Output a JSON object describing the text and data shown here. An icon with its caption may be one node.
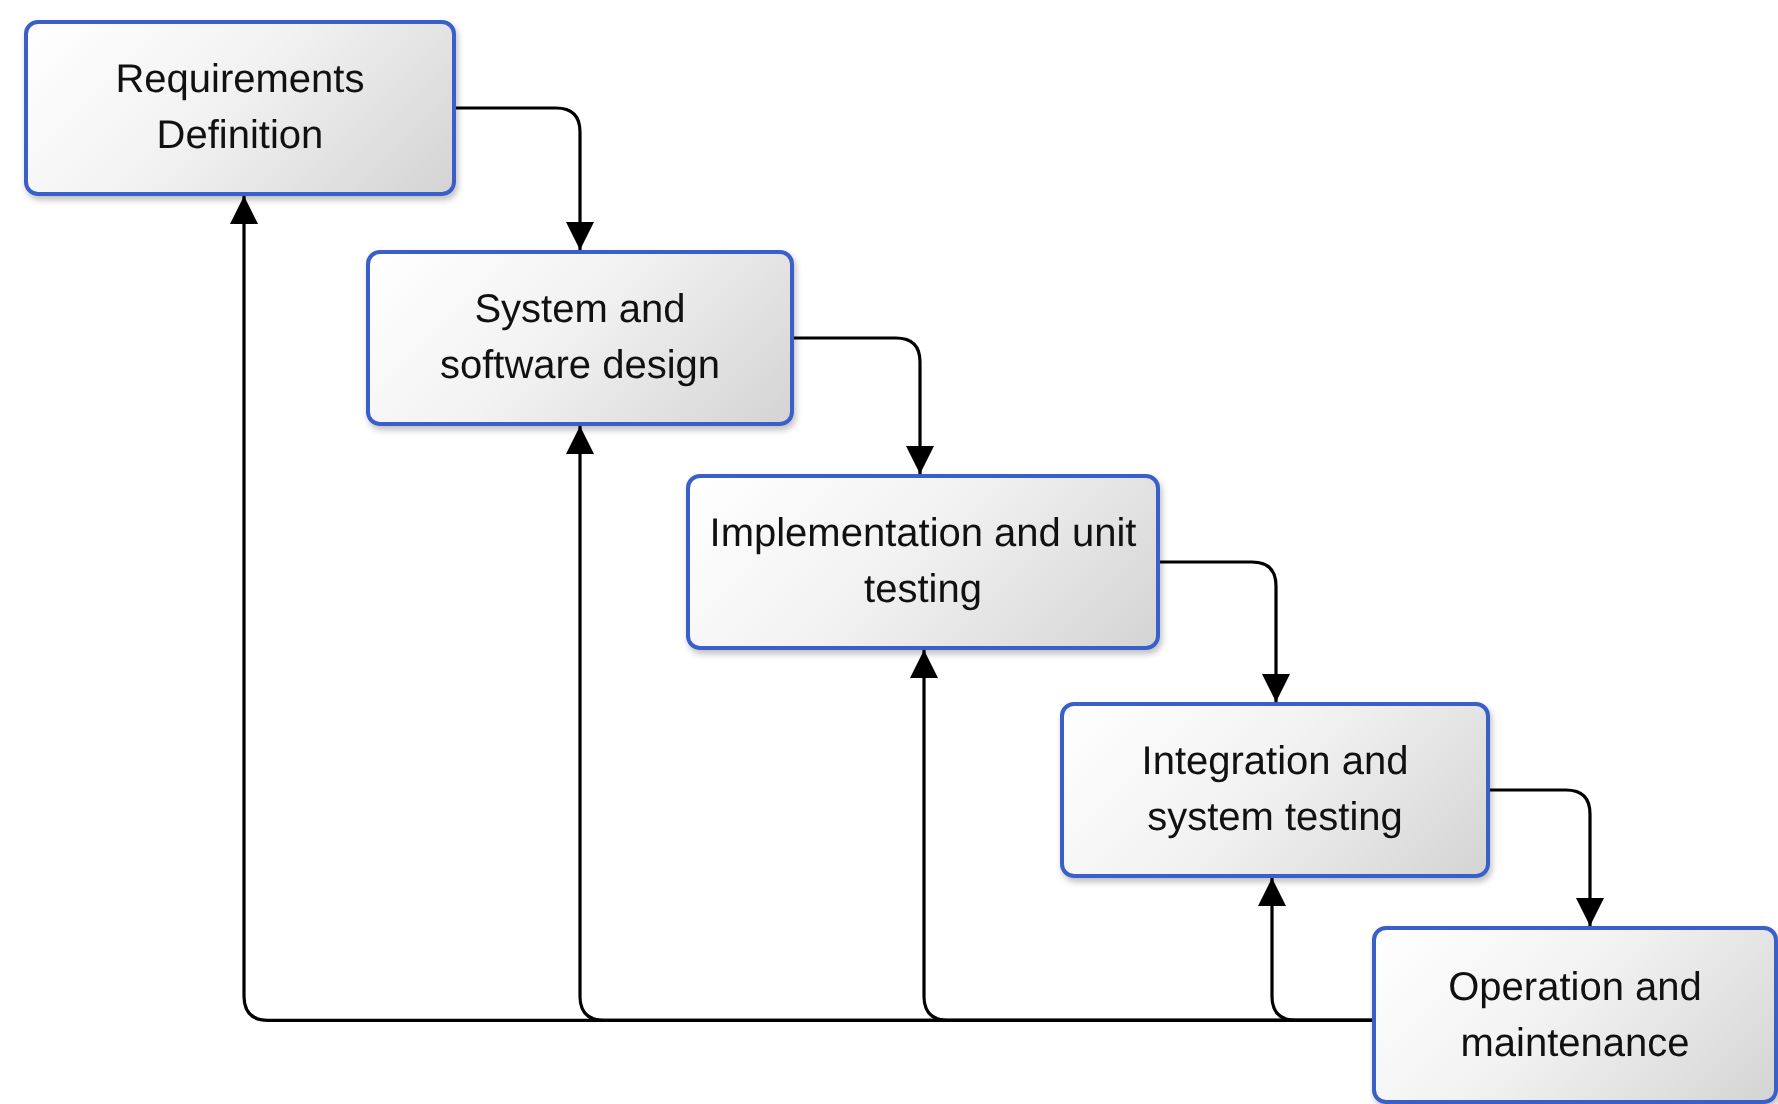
{
  "diagram": {
    "nodes": [
      {
        "text": [
          "Requirements Definition"
        ]
      },
      {
        "text": [
          "System and software design"
        ]
      },
      {
        "text": [
          "Implementation and unit testing"
        ]
      },
      {
        "text": [
          "Integration and system testing"
        ]
      },
      {
        "text": [
          "Operation and maintenance"
        ]
      }
    ],
    "edges": [
      {
        "from": 0,
        "to": 1,
        "arrow": "to"
      },
      {
        "from": 1,
        "to": 2,
        "arrow": "to"
      },
      {
        "from": 2,
        "to": 3,
        "arrow": "to"
      },
      {
        "from": 3,
        "to": 4,
        "arrow": "to"
      },
      {
        "from": 4,
        "to": 0,
        "arrow": "to"
      },
      {
        "from": 4,
        "to": 1,
        "arrow": "to"
      },
      {
        "from": 4,
        "to": 2,
        "arrow": "to"
      },
      {
        "from": 4,
        "to": 3,
        "arrow": "to"
      }
    ]
  }
}
